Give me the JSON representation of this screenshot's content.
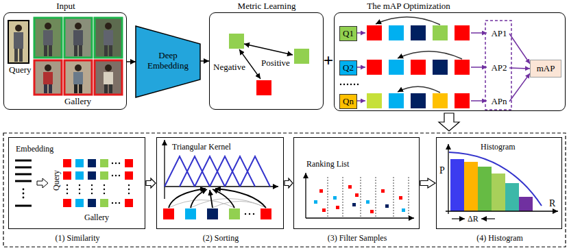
{
  "diagram": {
    "nodes": [
      {
        "text": [
          "Input",
          "Query",
          "Gallery"
        ]
      },
      {
        "text": [
          "Deep Embedding"
        ]
      },
      {
        "text": [
          "Metric Learning",
          "Positive",
          "Negative"
        ]
      },
      {
        "text": [
          "The mAP Optimization"
        ]
      },
      {
        "text": [
          "Q1"
        ],
        "in": 3
      },
      {
        "text": [
          "Q2"
        ],
        "in": 3
      },
      {
        "text": [
          "Qn"
        ],
        "in": 3
      },
      {
        "text": [
          "AP1"
        ],
        "in": 3
      },
      {
        "text": [
          "AP2"
        ],
        "in": 3
      },
      {
        "text": [
          "APn"
        ],
        "in": 3
      },
      {
        "text": [
          "mAP"
        ],
        "in": 3
      },
      {
        "text": [
          "Embedding",
          "Query",
          "Gallery",
          "(1) Similarity"
        ]
      },
      {
        "text": [
          "Triangular Kernel",
          "(2) Sorting"
        ]
      },
      {
        "text": [
          "Ranking List",
          "(3) Filter Samples"
        ]
      },
      {
        "text": [
          "Histogram",
          "P",
          "ΔR",
          "R",
          "(4) Histogram"
        ]
      }
    ],
    "edges": [
      {
        "from": 0,
        "to": 1,
        "arrow": "to"
      },
      {
        "from": 1,
        "to": 2,
        "arrow": "to"
      },
      {
        "from": 7,
        "to": 10,
        "arrow": "to"
      },
      {
        "from": 8,
        "to": 10,
        "arrow": "to"
      },
      {
        "from": 9,
        "to": 10,
        "arrow": "to"
      },
      {
        "from": 11,
        "to": 12,
        "arrow": "to"
      },
      {
        "from": 12,
        "to": 13,
        "arrow": "to"
      },
      {
        "from": 13,
        "to": 14,
        "arrow": "to"
      }
    ],
    "labels": [
      "+"
    ]
  }
}
